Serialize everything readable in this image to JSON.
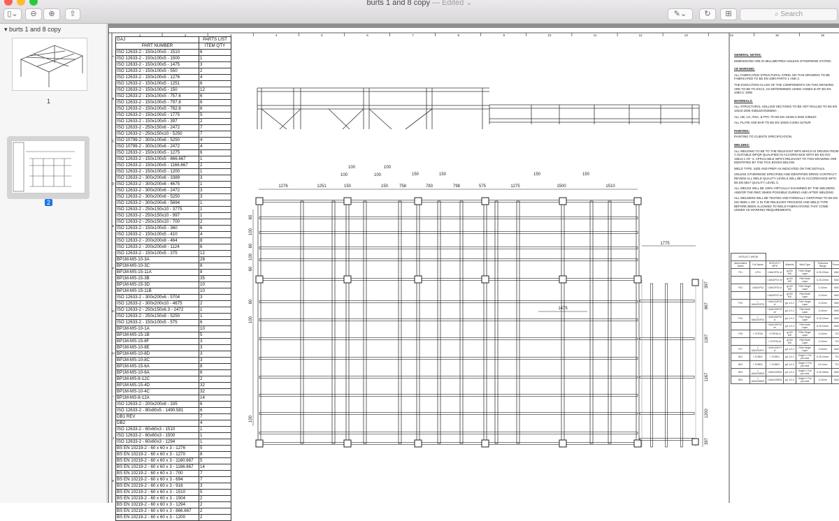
{
  "window": {
    "title": "burts 1 and 8 copy",
    "edited": "— Edited ⌄"
  },
  "toolbar": {
    "sidebar_toggle": "▯⌄",
    "zoom_out": "⊖",
    "zoom_in": "⊕",
    "share": "⇧",
    "markup": "✎⌄",
    "rotate": "↻",
    "toolbox": "⊞",
    "search_placeholder": "Search"
  },
  "sidebar": {
    "doc_name": "burts 1 and 8 copy",
    "pages": [
      {
        "label": "1",
        "selected": false
      },
      {
        "label": "2",
        "selected": true
      }
    ],
    "accent": "#1a73e8"
  },
  "drawing": {
    "ruler_cols": [
      "1",
      "2",
      "3",
      "4",
      "5",
      "6",
      "7",
      "8",
      "9",
      "10",
      "11",
      "12",
      "13",
      "14",
      "15",
      "16"
    ],
    "ruler_rows": [
      "A",
      "B",
      "C",
      "D",
      "E",
      "F",
      "G",
      "H",
      "I",
      "J",
      "K"
    ],
    "parts_list": {
      "code": "GAJ",
      "title": "PARTS LIST",
      "col_part": "PART NUMBER",
      "col_qty": "ITEM QTY",
      "rows": [
        [
          "ISO 12633-2 - 150x100x5 - 1510",
          "6"
        ],
        [
          "ISO 12633-2 - 150x100x5 - 1500",
          "1"
        ],
        [
          "ISO 12633-2 - 150x100x5 - 1475",
          "3"
        ],
        [
          "ISO 12633-2 - 150x100x5 - 550",
          "2"
        ],
        [
          "ISO 12633-2 - 150x100x5 - 1276",
          "4"
        ],
        [
          "ISO 12633-2 - 150x100x5 - 1251",
          "6"
        ],
        [
          "ISO 12633-2 - 150x100x5 - 150",
          "12"
        ],
        [
          "ISO 12633-2 - 150x100x5 - 757.6",
          "6"
        ],
        [
          "ISO 12633-2 - 150x100x5 - 797.8",
          "6"
        ],
        [
          "ISO 12633-2 - 150x100x5 - 782.6",
          "6"
        ],
        [
          "ISO 12633-2 - 150x100x5 - 1775",
          "5"
        ],
        [
          "ISO 12633-2 - 150x100x5 - 397",
          "2"
        ],
        [
          "ISO 12633-2 - 250x150x6 - 2472",
          "7"
        ],
        [
          "ISO 12633-2 - 250x150x10 - 5250",
          "7"
        ],
        [
          "ISO 10799-2 - 300x100x6 - 5250",
          "4"
        ],
        [
          "ISO 10799-2 - 300x100x6 - 2472",
          "4"
        ],
        [
          "ISO 12633-2 - 150x100x5 - 1275",
          "6"
        ],
        [
          "ISO 12633-2 - 150x100x5 - 866.667",
          "1"
        ],
        [
          "ISO 12633-2 - 150x100x5 - 1166.667",
          "2"
        ],
        [
          "ISO 12633-2 - 150x100x5 - 1200",
          "1"
        ],
        [
          "ISO 12633-2 - 300x200x6 - 3389",
          "3"
        ],
        [
          "ISO 12633-2 - 300x200x6 - 4675",
          "1"
        ],
        [
          "ISO 12633-2 - 300x200x6 - 2472",
          "3"
        ],
        [
          "ISO 12633-2 - 300x200x6 - 5250",
          "3"
        ],
        [
          "ISO 12633-2 - 300x200x6 - 5694",
          "1"
        ],
        [
          "ISO 12633-2 - 250x150x10 - 3775",
          "1"
        ],
        [
          "ISO 12633-2 - 250x150x10 - 997",
          "1"
        ],
        [
          "ISO 12633-2 - 250x150x10 - 700",
          "2"
        ],
        [
          "ISO 12633-2 - 150x100x5 - 360",
          "6"
        ],
        [
          "ISO 12633-2 - 150x100x5 - 410",
          "4"
        ],
        [
          "ISO 12633-2 - 200x200x8 - 464",
          "8"
        ],
        [
          "ISO 12633-2 - 200x200x8 - 1124",
          "6"
        ],
        [
          "ISO 12633-2 - 150x100x5 - 375",
          "12"
        ],
        [
          "BP1M-MS-10-3A",
          "28"
        ],
        [
          "BP1M-MS-10-3C",
          "8"
        ],
        [
          "BP1M-MS-15-11A",
          "8"
        ],
        [
          "BP1M-MS-15-3B",
          "35"
        ],
        [
          "BP1M-MS-15-3D",
          "10"
        ],
        [
          "BP1M-MS-15-11B",
          "10"
        ],
        [
          "ISO 12633-2 - 300x200x6 - 5704",
          "3"
        ],
        [
          "ISO 12633-2 - 300x200x10 - 4675",
          "2"
        ],
        [
          "ISO 12633-2 - 250x150x6.3 - 2472",
          "1"
        ],
        [
          "ISO 12633-2 - 250x150x8 - 5250",
          "1"
        ],
        [
          "ISO 12633-2 - 150x100x5 - 575",
          "6"
        ],
        [
          "BP1M-MS-10-1A",
          "10"
        ],
        [
          "BP1M-MS-15-1B",
          "5"
        ],
        [
          "BP1M-MS-15-8F",
          "3"
        ],
        [
          "BP1M-MS-10-8E",
          "3"
        ],
        [
          "BP1M-MS-10-8D",
          "3"
        ],
        [
          "BP1M-MS-10-8C",
          "3"
        ],
        [
          "BP1M-MS-15-6A",
          "8"
        ],
        [
          "BP1M-MS-10-6A",
          "6"
        ],
        [
          "BP1M-MS-8-12C",
          "2"
        ],
        [
          "BP1M-MS-15-4D",
          "32"
        ],
        [
          "BP1M-MS-10-4C",
          "32"
        ],
        [
          "BP1M-MS-8-12A",
          "14"
        ],
        [
          "ISO 12633-2 - 200x200x8 - 335",
          "6"
        ],
        [
          "ISO 12633-2 - 80x80x5 - 1490.581",
          "6"
        ],
        [
          "DB1 REV",
          "7"
        ],
        [
          "DB2",
          "4"
        ],
        [
          "ISO 12633-2 - 60x60x3 - 1510",
          "1"
        ],
        [
          "ISO 12633-2 - 60x60x3 - 1500",
          "1"
        ],
        [
          "ISO 12633-2 - 60x60x3 - 1294",
          "1"
        ],
        [
          "BS EN 10219-2 - 60 x 60 x 3  - 1276",
          "5"
        ],
        [
          "BS EN 10219-2 - 60 x 60 x 3  - 1270",
          "8"
        ],
        [
          "BS EN 10219-2 - 60 x 60 x 3  - 1160.667",
          "5"
        ],
        [
          "BS EN 10219-2 - 60 x 60 x 3  - 1166.667",
          "14"
        ],
        [
          "BS EN 10219-2 - 60 x 60 x 3  - 700",
          "7"
        ],
        [
          "BS EN 10219-2 - 60 x 60 x 3  - 694",
          "7"
        ],
        [
          "BS EN 10219-2 - 60 x 60 x 3  - 916",
          "3"
        ],
        [
          "BS EN 10219-2 - 60 x 60 x 3  - 1510",
          "5"
        ],
        [
          "BS EN 10219-2 - 60 x 60 x 3  - 1504",
          "2"
        ],
        [
          "BS EN 10219-2 - 60 x 60 x 3  - 1294",
          "2"
        ],
        [
          "BS EN 10219-2 - 60 x 60 x 3  - 866.667",
          "2"
        ],
        [
          "BS EN 10219-2 - 60 x 60 x 3  - 1200",
          "2"
        ]
      ]
    },
    "dims_top": [
      "1276",
      "1251",
      "150",
      "100",
      "100",
      "100",
      "100",
      "150",
      "758",
      "783",
      "798",
      "150",
      "150",
      "575",
      "1275",
      "150",
      "1500",
      "150",
      "1510"
    ],
    "dims_right": [
      "1775",
      "397",
      "867",
      "1167",
      "1167",
      "1200",
      "397",
      "1475"
    ],
    "dims_left": [
      "60",
      "100",
      "60",
      "100",
      "60",
      "60",
      "100",
      "100"
    ],
    "notes": [
      {
        "heading": "GENERAL NOTES:",
        "paras": [
          "DIMENSIONS ARE IN MILLIMETRES UNLESS OTHERWISE STATED."
        ]
      },
      {
        "heading": "CE MARKING:",
        "paras": [
          "ALL FABRICATED STRUCTURAL STEEL ON THIS DRAWING TO BE FABRICATED TO BS EN 1090 PARTS 1 AND 2.",
          "THE EXECUTION CLASS OF THE COMPONENTS ON THIS DRAWING ARE TO BE TO EXC2, AS DETERMINED USING ANNEX B OF BS EN 1090-2: 2008"
        ]
      },
      {
        "heading": "MATERIALS:",
        "paras": [
          "ALL STRUCTURAL HOLLOW SECTIONS TO BE HOT ROLLED TO BS EN 10210-2006 S355J2H/S355NH",
          "ALL UB, UC, RSA, & PFC TO BS EN 10025-2:2004 S355JO",
          "ALL PLATE AND BAR TO BS EN 10025-2:2004 S275JR"
        ]
      },
      {
        "heading": "PAINTING:",
        "paras": [
          "PAINTING TO CLIENTS SPECIFICATION."
        ]
      },
      {
        "heading": "WELDING:",
        "paras": [
          "ALL WELDING TO BE TO THE RELEVANT WPS WHICH IS DRIVEN FROM A SUITABLE WPQR QUALIFIED IN ACCORDANCE WITH BS EN ISO 15614-1 OF -2. APPLICABLE WPS's RELEVANT TO THIS DRAWING ARE IDENTIFIED BY THE TICK BOXES BELOW.",
          "WELD TYPE, SIZE AND PREP AS INDICATED ON THE DETAILS.",
          "UNLESS OTHERWISE SPECIFIED AND IDENTIFIED DRING CONTRACT REVIEW ALL WELD QUALITY LEVELS WILL BE IN ACCORDANCE WITH BS EN 5817 QUALITY LEVEL C.",
          "ALL WELDS WILL BE 100% VIRTUALLY EXAMINED BY THE WELDERS AND/OR THE RWC WHEN POSSIBLE DURING AND AFTER WELDING.",
          "ALL WELDERS WILL BE TESTED AND FORMALLY CERTIFIED TO BS EN ISO 9606-1 OR -2 IN THE RELEVANT PROCESS AND WELD TYPE BEFORE BEEN ALLOWED TO WELD FABRICATIONS THAT COME UNDER CE MARKING REQUIREMENTS."
        ]
      }
    ],
    "wpqr": {
      "title": "INTELECT WPQR",
      "headers": [
        "Abbreviated Name",
        "Full Name",
        "INTELECT WPS",
        "Material",
        "Weld Type",
        "Thickness Range",
        "Process"
      ],
      "rows": [
        [
          "F01",
          "I-F01",
          "I-MAG/F01 sl",
          "gr100 MS",
          "Fillet Single Layer",
          "6.25-22mm",
          "MAG"
        ],
        [
          "",
          "",
          "I-MAG/F01 ml",
          "gr100 MS",
          "Fillet Multi Layer",
          "6.25-22mm",
          "MAG"
        ],
        [
          "F02",
          "I-MAG/F02",
          "I-MAG/F02 sl",
          "gr100 MS",
          "Fillet Single Layer",
          "3-12mm",
          "MAG"
        ],
        [
          "",
          "",
          "I-MAG/F02 ml",
          "gr100 MS",
          "Fillet Multi Layer",
          "3-12mm",
          "MAG"
        ],
        [
          "F03",
          "I-MAG/20F03",
          "I-MAG/20F03 sl",
          "gr1.1/1.2",
          "Fillet Single Layer",
          "3-12mm",
          "MAG"
        ],
        [
          "",
          "",
          "I-MAG/20F03 ml",
          "gr1.1/1.2",
          "Fillet Multi Layer",
          "3-12mm",
          "MAG"
        ],
        [
          "F04",
          "I-MAG/20F04",
          "I-MAG/20F04 sl",
          "gr1.1/1.2",
          "Fillet Single Layer",
          "6.25-22mm",
          "MAG"
        ],
        [
          "",
          "",
          "I-MAG/20F04 ml",
          "gr1.1/1.2",
          "Fillet Multi Layer",
          "6.25-22mm",
          "MAG"
        ],
        [
          "F06",
          "I-T/GF06",
          "I-T/GF06 sl",
          "gr100 MS",
          "Fillet Single Layer",
          "3-12mm",
          "TIG"
        ],
        [
          "",
          "",
          "I-T/GF06 ml",
          "gr100 MS",
          "Fillet Multi Layer",
          "3-12mm",
          "TIG"
        ],
        [
          "F07",
          "I-MAG/20F07",
          "I-MAG/20F07 sl",
          "gr1.1/1.2",
          "Fillet Single Layer",
          "3-20mm",
          "MAG"
        ],
        [
          "B01",
          "I-T/GB01",
          "I-T/GB01",
          "gr1.1/1.2",
          "Single V Full pen butt",
          "6.25-24mm",
          "TIG"
        ],
        [
          "B02",
          "I-T/GB02",
          "I-T/GB02",
          "gr1.1/1.2",
          "Single V Full pen butt",
          "3-5.4mm",
          "TIG"
        ],
        [
          "B03",
          "I-MAG/20B03",
          "I-MAG/20B03",
          "gr1.1/1.2",
          "Single V Full pen butt",
          "6.25-25mm",
          "MAG"
        ],
        [
          "B03",
          "I-MAG/20B03",
          "I-MAG/20B03",
          "gr1.1/1.2",
          "Single V Full pen butt",
          "3-12mm",
          "MAG"
        ]
      ]
    }
  }
}
